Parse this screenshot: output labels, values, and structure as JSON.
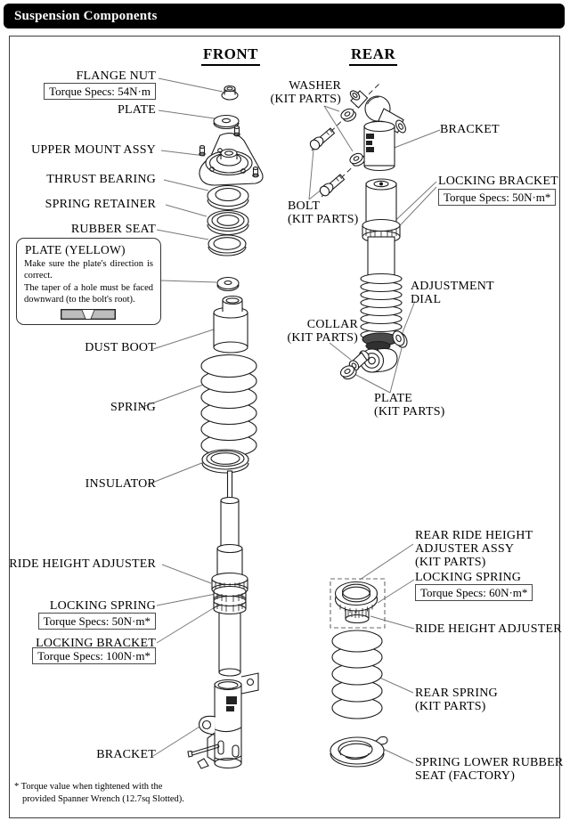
{
  "banner": {
    "title": "Suspension Components"
  },
  "front": {
    "header": "FRONT",
    "labels": {
      "flange_nut": "FLANGE NUT",
      "flange_nut_torque": "Torque Specs: 54N·m",
      "plate": "PLATE",
      "upper_mount": "UPPER MOUNT ASSY",
      "thrust_bearing": "THRUST BEARING",
      "spring_retainer": "SPRING RETAINER",
      "rubber_seat": "RUBBER SEAT",
      "dust_boot": "DUST BOOT",
      "spring": "SPRING",
      "insulator": "INSULATOR",
      "ride_height_adjuster": "RIDE HEIGHT ADJUSTER",
      "locking_spring": "LOCKING SPRING",
      "locking_spring_torque": "Torque Specs: 50N·m*",
      "locking_bracket": "LOCKING BRACKET",
      "locking_bracket_torque": "Torque Specs: 100N·m*",
      "bracket": "BRACKET"
    },
    "plate_note": {
      "title": "PLATE (YELLOW)",
      "line1": "Make sure the plate's direction is correct.",
      "line2": "The taper of a hole must be faced downward (to the bolt's root)."
    }
  },
  "rear": {
    "header": "REAR",
    "labels": {
      "washer": "WASHER",
      "washer_sub": "(KIT PARTS)",
      "bracket": "BRACKET",
      "bolt": "BOLT",
      "bolt_sub": "(KIT PARTS)",
      "locking_bracket": "LOCKING BRACKET",
      "locking_bracket_torque": "Torque Specs: 50N·m*",
      "adjustment_line1": "ADJUSTMENT",
      "adjustment_line2": "DIAL",
      "collar": "COLLAR",
      "collar_sub": "(KIT PARTS)",
      "plate": "PLATE",
      "plate_sub": "(KIT PARTS)",
      "assy_line1": "REAR RIDE HEIGHT",
      "assy_line2": "ADJUSTER ASSY",
      "assy_line3": "(KIT PARTS)",
      "locking_spring": "LOCKING SPRING",
      "locking_spring_torque": "Torque Specs: 60N·m*",
      "ride_height_adjuster": "RIDE HEIGHT ADJUSTER",
      "rear_spring": "REAR SPRING",
      "rear_spring_sub": "(KIT PARTS)",
      "lower_seat_line1": "SPRING LOWER RUBBER",
      "lower_seat_line2": "SEAT (FACTORY)"
    }
  },
  "footnote": {
    "line1": "* Torque value when tightened with the",
    "line2": "provided Spanner Wrench (12.7sq Slotted)."
  },
  "colors": {
    "banner_bg": "#000000",
    "banner_text": "#ffffff",
    "line_art": "#1c1c1c",
    "leader": "#787878"
  }
}
